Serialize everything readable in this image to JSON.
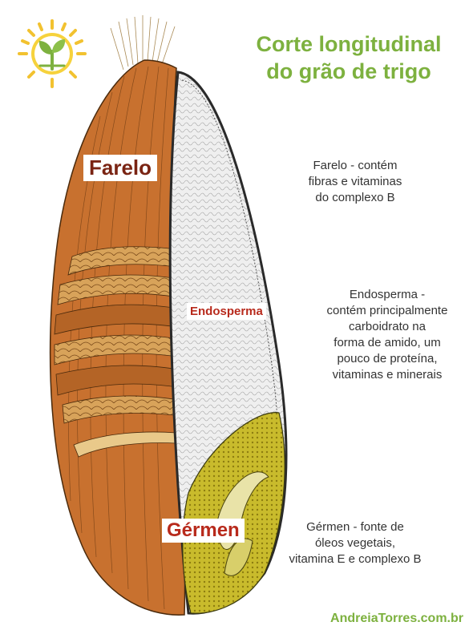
{
  "title": {
    "line1": "Corte longitudinal",
    "line2": "do grão de trigo"
  },
  "labels": {
    "bran": "Farelo",
    "endosperm": "Endosperma",
    "germ": "Gérmen"
  },
  "descriptions": {
    "bran": [
      "Farelo - contém",
      "fibras e vitaminas",
      "do complexo B"
    ],
    "endosperm": [
      "Endosperma -",
      "contém principalmente",
      "carboidrato na",
      "forma de amido, um",
      "pouco de proteína,",
      "vitaminas e minerais"
    ],
    "germ": [
      "Gérmen - fonte de",
      "óleos vegetais,",
      "vitamina E e complexo B"
    ]
  },
  "website": "AndreiaTorres.com.br",
  "logo_icon": "sun-sprout-icon",
  "colors": {
    "accent_green": "#7db13f",
    "bran_brown": "#c8712f",
    "endosperm": "#eeeeee",
    "germ_yellow": "#c2b42a",
    "label_red": "#b82a1c"
  }
}
